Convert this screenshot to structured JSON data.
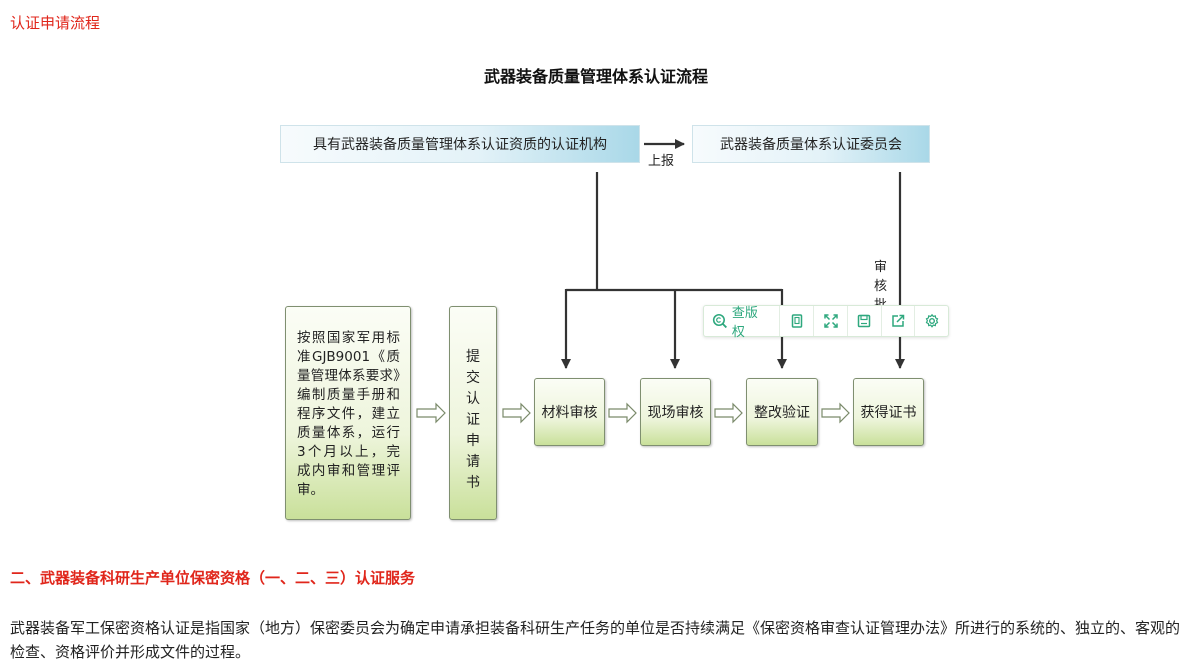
{
  "header": {
    "link_text": "认证申请流程"
  },
  "diagram": {
    "title": "武器装备质量管理体系认证流程",
    "top_left_box": "具有武器装备质量管理体系认证资质的认证机构",
    "top_right_box": "武器装备质量体系认证委员会",
    "report_label": "上报",
    "approve_label": [
      "审",
      "核",
      "批"
    ],
    "description_box": "按照国家军用标准GJB9001《质量管理体系要求》编制质量手册和程序文件，建立质量体系，运行3个月以上，完成内审和管理评审。",
    "submit_box": [
      "提",
      "交",
      "认",
      "证",
      "申",
      "请",
      "书"
    ],
    "steps": [
      "材料审核",
      "现场审核",
      "整改验证",
      "获得证书"
    ]
  },
  "toolbar": {
    "check_label": "查版权",
    "icons": [
      "search-copyright-icon",
      "copy-icon",
      "fullscreen-icon",
      "save-icon",
      "share-icon",
      "settings-icon"
    ],
    "accent": "#2ea87e"
  },
  "section": {
    "title": "二、武器装备科研生产单位保密资格（一、二、三）认证服务",
    "paragraph": "武器装备军工保密资格认证是指国家（地方）保密委员会为确定申请承担装备科研生产任务的单位是否持续满足《保密资格审查认证管理办法》所进行的系统的、独立的、客观的检查、资格评价并形成文件的过程。"
  },
  "colors": {
    "accent_red": "#e0261b",
    "box_green_light": "#eef5dc",
    "box_green_dark": "#c9e09a",
    "box_cyan": "#a9d8e8"
  }
}
